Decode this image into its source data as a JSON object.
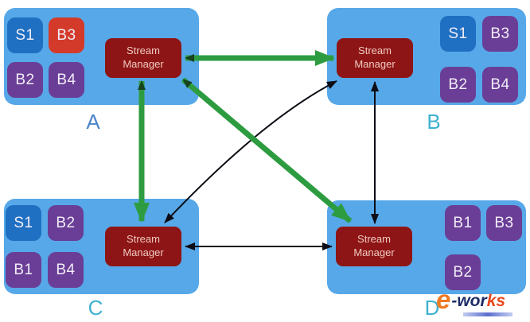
{
  "diagram": {
    "description": "Four hosts A-D each with a Stream Manager and stream/backup boxes, fully interconnected",
    "manager_label": {
      "line1": "Stream",
      "line2": "Manager"
    }
  },
  "nodes": [
    {
      "id": "A",
      "label": "A",
      "boxes": [
        {
          "label": "S1",
          "kind": "stream"
        },
        {
          "label": "B3",
          "kind": "highlight"
        },
        {
          "label": "B2",
          "kind": "backup"
        },
        {
          "label": "B4",
          "kind": "backup"
        }
      ]
    },
    {
      "id": "B",
      "label": "B",
      "boxes": [
        {
          "label": "S1",
          "kind": "stream"
        },
        {
          "label": "B3",
          "kind": "backup"
        },
        {
          "label": "B2",
          "kind": "backup"
        },
        {
          "label": "B4",
          "kind": "backup"
        }
      ]
    },
    {
      "id": "C",
      "label": "C",
      "boxes": [
        {
          "label": "S1",
          "kind": "stream"
        },
        {
          "label": "B2",
          "kind": "backup"
        },
        {
          "label": "B1",
          "kind": "backup"
        },
        {
          "label": "B4",
          "kind": "backup"
        }
      ]
    },
    {
      "id": "D",
      "label": "D",
      "boxes": [
        {
          "label": "B1",
          "kind": "backup"
        },
        {
          "label": "B3",
          "kind": "backup"
        },
        {
          "label": "B2",
          "kind": "backup"
        }
      ]
    }
  ],
  "connections": [
    {
      "from": "A",
      "to": "B",
      "style": "green-thick",
      "bidirectional": true
    },
    {
      "from": "A",
      "to": "C",
      "style": "green-thick",
      "bidirectional": true
    },
    {
      "from": "A",
      "to": "D",
      "style": "green-thick",
      "bidirectional": true
    },
    {
      "from": "B",
      "to": "D",
      "style": "black-thin",
      "bidirectional": true
    },
    {
      "from": "C",
      "to": "D",
      "style": "black-thin",
      "bidirectional": true
    },
    {
      "from": "C",
      "to": "B",
      "style": "black-thin",
      "bidirectional": true,
      "curved": true
    }
  ],
  "colors": {
    "container": "#57a8e8",
    "stream_box": "#1f70c2",
    "backup_box": "#6a3e96",
    "highlight_box": "#d43a2a",
    "manager_box": "#8e1515",
    "manager_text": "#eec9c0",
    "green_arrow": "#2d9c40",
    "green_arrow_back_head": "#17441f",
    "black_arrow": "#0d0d16",
    "label_a": "#4a86c8",
    "label_bcd": "#3eb1d0"
  },
  "watermark": {
    "prefix": "e",
    "mid": "-wor",
    "suffix": "ks"
  }
}
